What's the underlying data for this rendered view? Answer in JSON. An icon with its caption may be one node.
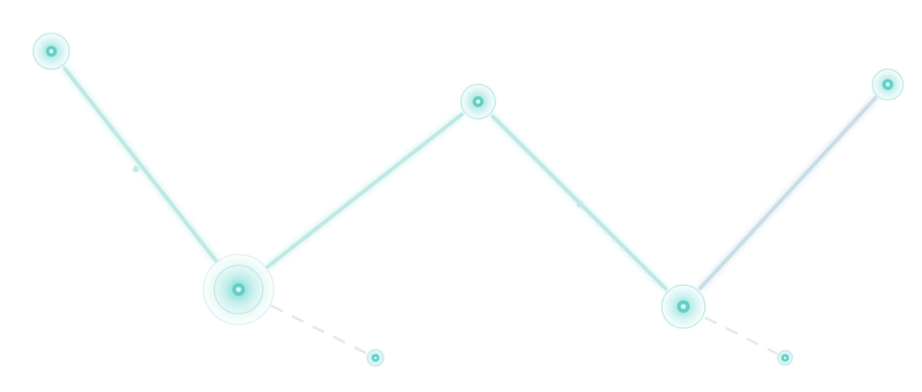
{
  "diagram": {
    "nodes": [
      {
        "text": [],
        "shape": "circle"
      },
      {
        "text": [],
        "shape": "circle"
      },
      {
        "text": [],
        "shape": "circle"
      },
      {
        "text": [],
        "shape": "circle"
      },
      {
        "text": [],
        "shape": "circle"
      },
      {
        "text": [],
        "shape": "circle"
      },
      {
        "text": [],
        "shape": "circle"
      }
    ],
    "edges": [
      {
        "from": 0,
        "to": 1,
        "arrow": "none"
      },
      {
        "from": 1,
        "to": 3,
        "arrow": "none"
      },
      {
        "from": 3,
        "to": 4,
        "arrow": "none"
      },
      {
        "from": 4,
        "to": 6,
        "arrow": "none",
        "color": "#c9dde6"
      },
      {
        "from": 1,
        "to": 2,
        "arrow": "none",
        "style": "dashed",
        "color": "#e1ecf0"
      },
      {
        "from": 4,
        "to": 5,
        "arrow": "none",
        "style": "dashed",
        "color": "#e1ecf0"
      }
    ]
  }
}
